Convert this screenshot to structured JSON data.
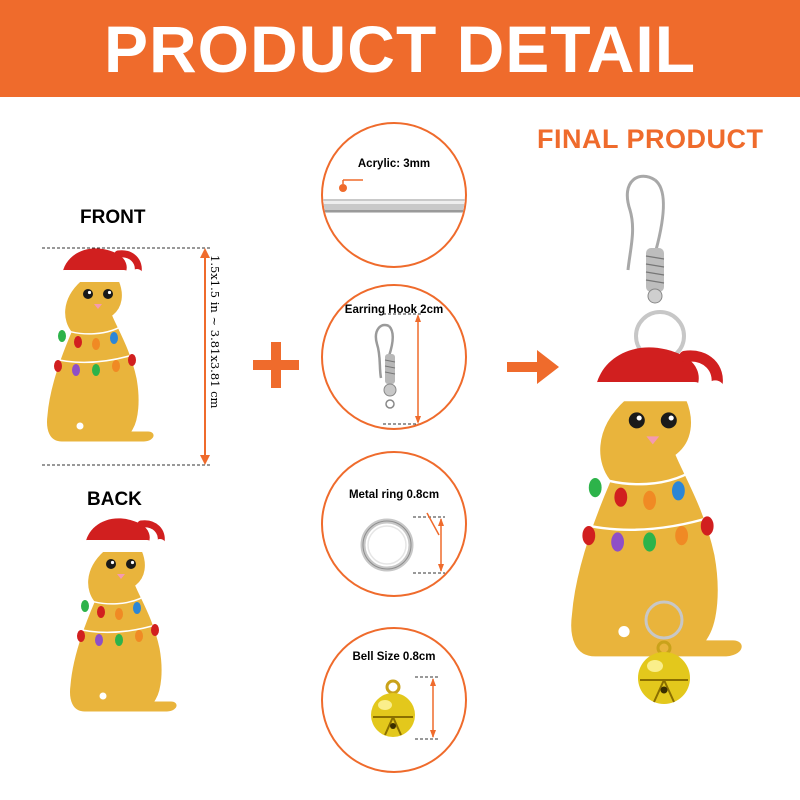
{
  "header": {
    "title": "PRODUCT DETAIL"
  },
  "labels": {
    "front": "FRONT",
    "back": "BACK",
    "final_product": "FINAL PRODUCT",
    "dimension": "1.5x1.5 in ~ 3.81x3.81 cm"
  },
  "parts": [
    {
      "label": "Acrylic: 3mm"
    },
    {
      "label": "Earring Hook 2cm"
    },
    {
      "label": "Metal ring 0.8cm"
    },
    {
      "label": "Bell Size 0.8cm"
    }
  ],
  "colors": {
    "accent": "#ef6b2c",
    "cat": "#e9b43c",
    "hat": "#d11f1f"
  },
  "icons": [
    "plus-icon",
    "arrow-right-icon"
  ]
}
